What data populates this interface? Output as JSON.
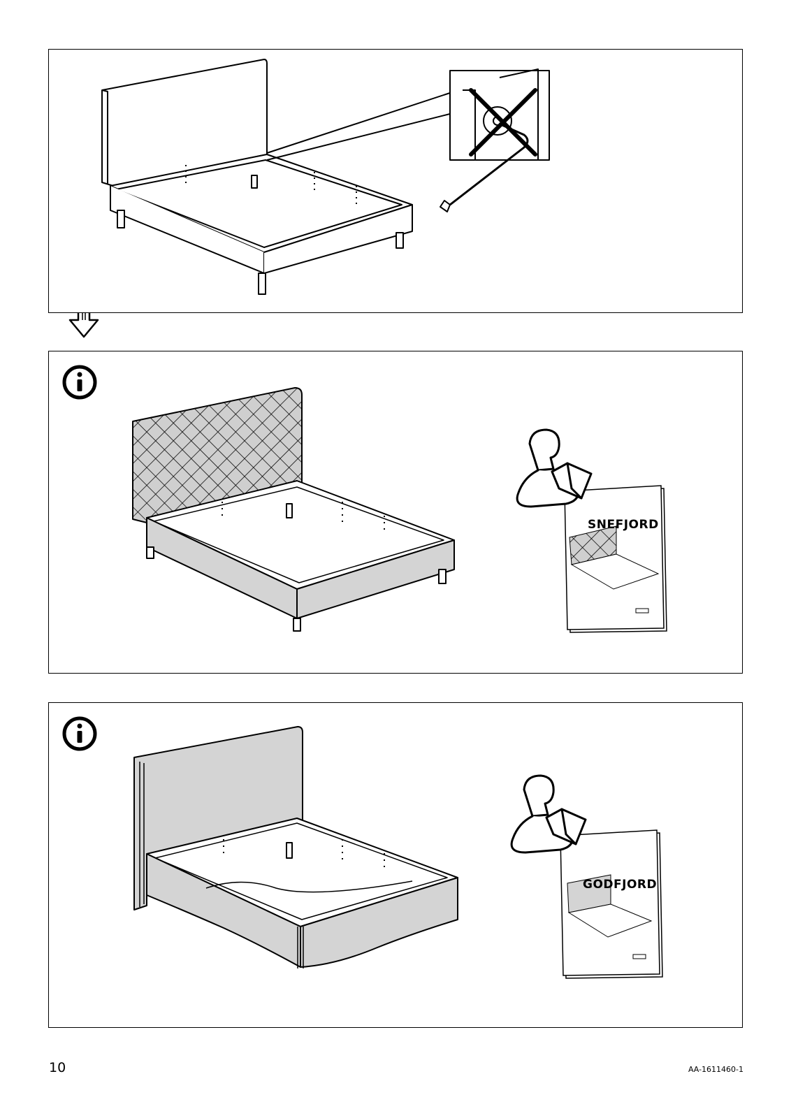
{
  "manual": {
    "page_number": "10",
    "document_code": "AA-1611460-1"
  },
  "panel_2": {
    "booklet_title": "SNEFJORD"
  },
  "panel_3": {
    "booklet_title": "GODFJORD"
  },
  "icons": [
    "info-icon",
    "arrow-down-icon",
    "reading-person-icon",
    "allen-key-icon",
    "cross-mark-icon",
    "ikea-logo-icon"
  ]
}
